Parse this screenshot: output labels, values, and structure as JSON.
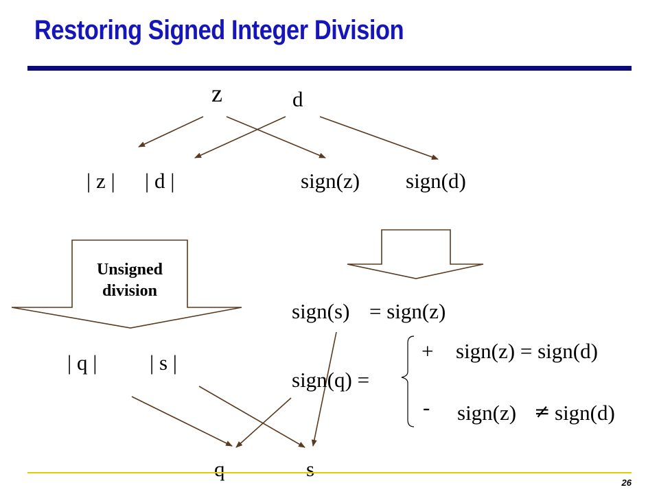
{
  "slide": {
    "title": "Restoring Signed Integer Division",
    "page_number": "26"
  },
  "inputs": {
    "z": "z",
    "d": "d"
  },
  "derived": {
    "abs_z": "| z |",
    "abs_d": "| d |",
    "sign_z": "sign(z)",
    "sign_d": "sign(d)"
  },
  "unsigned_block": {
    "label_line1": "Unsigned",
    "label_line2": "division"
  },
  "results": {
    "abs_q": "| q |",
    "abs_s": "| s |"
  },
  "sign_rules": {
    "sign_s_lhs": "sign(s)",
    "sign_s_rhs": "= sign(z)",
    "sign_q_lhs": "sign(q) =",
    "case_plus_sym": "+",
    "case_plus_cond": "sign(z) = sign(d)",
    "case_minus_sym": "-",
    "case_minus_cond_left": "sign(z)",
    "case_minus_neq": "≠",
    "case_minus_cond_right": "sign(d)"
  },
  "outputs": {
    "q": "q",
    "s": "s"
  },
  "colors": {
    "title": "#1616b8",
    "top_rule": "#0a0a7a",
    "bottom_rule": "#e8c800",
    "arrow": "#5a3a1e",
    "block_outline": "#5a3a1e"
  }
}
